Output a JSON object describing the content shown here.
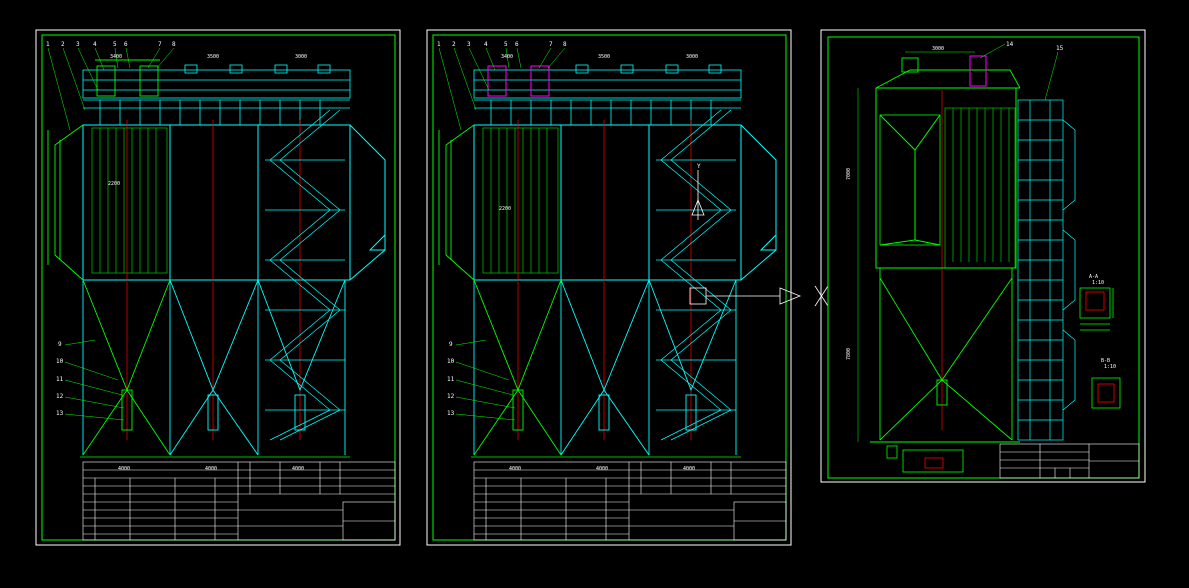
{
  "colors": {
    "background": "#000000",
    "border": "#ffffff",
    "frame": "#00ff00",
    "structure": "#00ffff",
    "bags": "#00cc00",
    "axis": "#ff0000",
    "highlight": "#ff00ff",
    "text": "#ffffff"
  },
  "sheets": [
    {
      "part_numbers": [
        "1",
        "2",
        "3",
        "4",
        "5",
        "6",
        "7",
        "8",
        "9",
        "10",
        "11",
        "12",
        "13"
      ],
      "dims": {
        "top_a": "3400",
        "top_b": "3500",
        "top_c": "3000",
        "inner": "2200",
        "bottom_a": "4000",
        "bottom_b": "4000",
        "bottom_c": "4000"
      }
    },
    {
      "part_numbers": [
        "1",
        "2",
        "3",
        "4",
        "5",
        "6",
        "7",
        "8",
        "9",
        "10",
        "11",
        "12",
        "13"
      ],
      "dims": {
        "top_a": "3400",
        "top_b": "3500",
        "top_c": "3000",
        "inner": "2200",
        "bottom_a": "4000",
        "bottom_b": "4000",
        "bottom_c": "4000"
      },
      "view_marker": "Y"
    },
    {
      "part_numbers": [
        "14",
        "15"
      ],
      "dims": {
        "top": "3000",
        "height_upper": "7000",
        "height_lower": "7800"
      },
      "detail_a_title": "A-A",
      "detail_a_scale": "1:10",
      "detail_b_title": "B-B",
      "detail_b_scale": "1:10"
    }
  ]
}
